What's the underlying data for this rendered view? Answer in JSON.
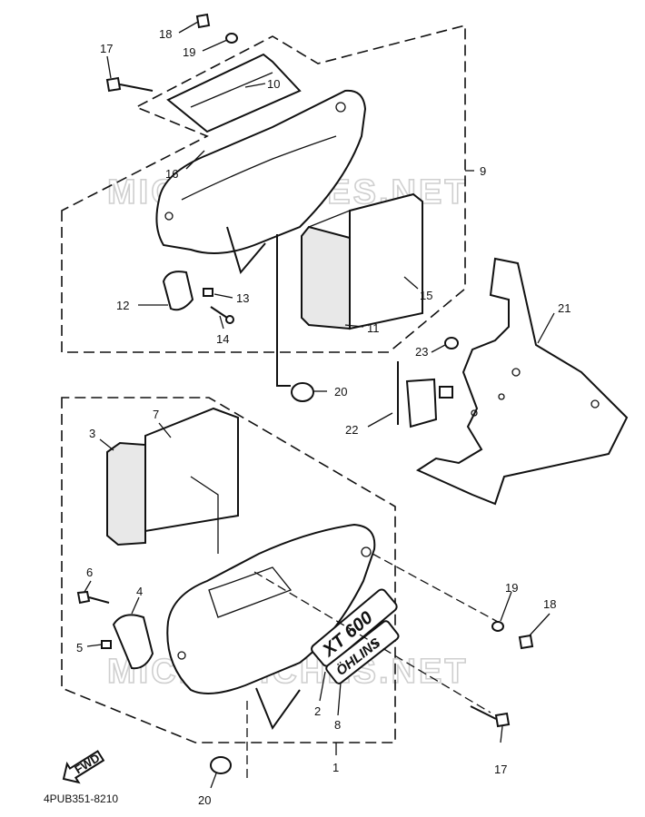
{
  "watermark": {
    "text": "MICROFICHES.NET"
  },
  "callouts": {
    "c1": "1",
    "c2": "2",
    "c3": "3",
    "c4": "4",
    "c5": "5",
    "c6": "6",
    "c7": "7",
    "c8": "8",
    "c9": "9",
    "c10": "10",
    "c11": "11",
    "c12": "12",
    "c13": "13",
    "c14": "14",
    "c15": "15",
    "c16": "16",
    "c17a": "17",
    "c17b": "17",
    "c18a": "18",
    "c18b": "18",
    "c19a": "19",
    "c19b": "19",
    "c20a": "20",
    "c20b": "20",
    "c21": "21",
    "c22": "22",
    "c23": "23"
  },
  "emblems": {
    "model": "XT 600",
    "brand": "ÖHLINS"
  },
  "fwd_arrow": {
    "label": "FWD"
  },
  "diagram_code": "4PUB351-8210"
}
